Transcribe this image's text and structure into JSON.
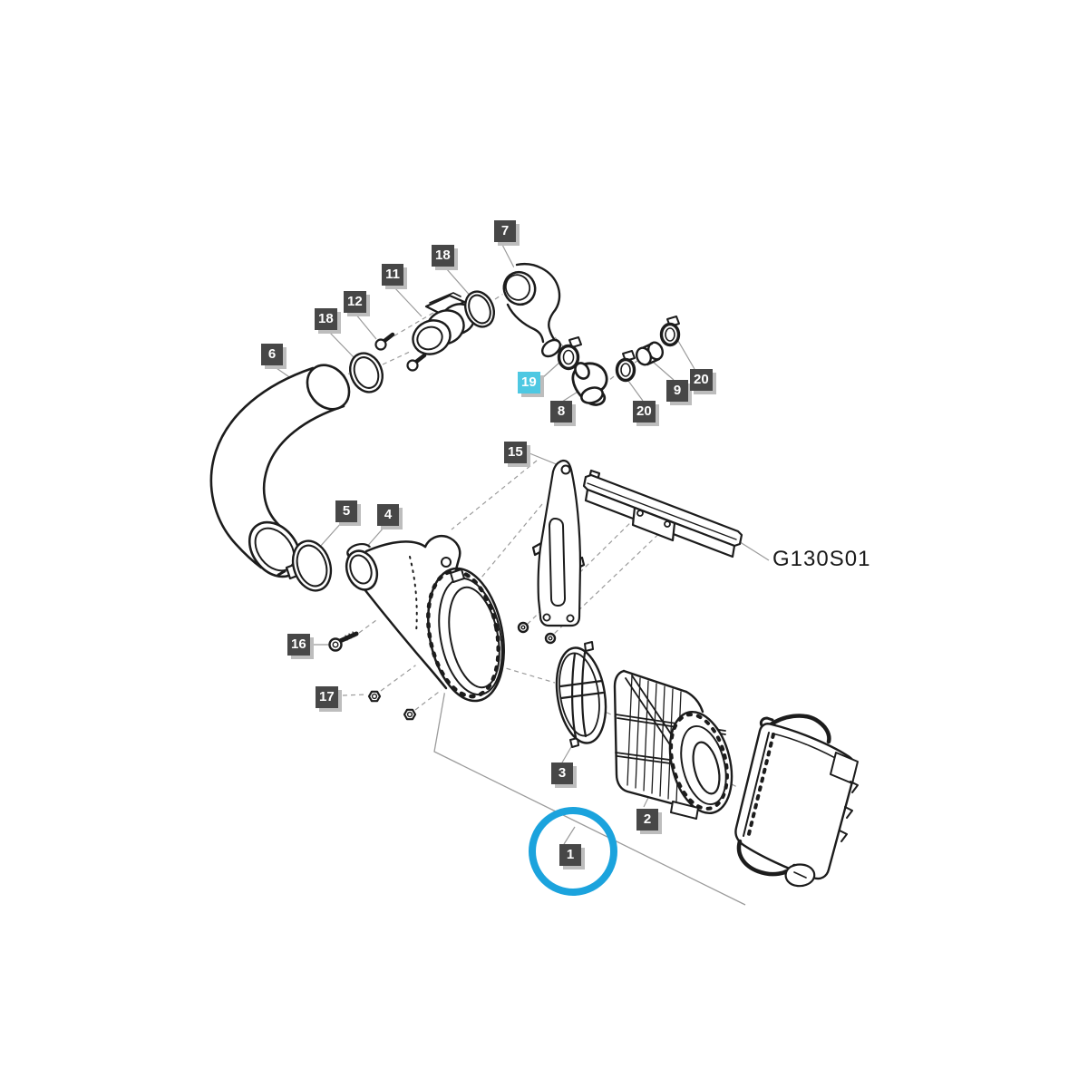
{
  "diagram": {
    "code_label": "G130S01",
    "highlighted_label_value": "19",
    "circled_label_value": "1",
    "colors": {
      "label_background": "#474747",
      "label_highlight_background": "#4EC8E2",
      "label_text": "#FFFFFF",
      "label_shadow": "#BDBDBD",
      "highlight_circle": "#1BA3DD",
      "line_art": "#1C1C1C",
      "leader_line": "#9B9B9B"
    },
    "labels": [
      {
        "text": "7",
        "highlighted": false,
        "circled": false
      },
      {
        "text": "18",
        "highlighted": false,
        "circled": false
      },
      {
        "text": "11",
        "highlighted": false,
        "circled": false
      },
      {
        "text": "12",
        "highlighted": false,
        "circled": false
      },
      {
        "text": "18",
        "highlighted": false,
        "circled": false
      },
      {
        "text": "6",
        "highlighted": false,
        "circled": false
      },
      {
        "text": "19",
        "highlighted": true,
        "circled": false
      },
      {
        "text": "8",
        "highlighted": false,
        "circled": false
      },
      {
        "text": "20",
        "highlighted": false,
        "circled": false
      },
      {
        "text": "9",
        "highlighted": false,
        "circled": false
      },
      {
        "text": "20",
        "highlighted": false,
        "circled": false
      },
      {
        "text": "15",
        "highlighted": false,
        "circled": false
      },
      {
        "text": "5",
        "highlighted": false,
        "circled": false
      },
      {
        "text": "4",
        "highlighted": false,
        "circled": false
      },
      {
        "text": "16",
        "highlighted": false,
        "circled": false
      },
      {
        "text": "17",
        "highlighted": false,
        "circled": false
      },
      {
        "text": "3",
        "highlighted": false,
        "circled": false
      },
      {
        "text": "2",
        "highlighted": false,
        "circled": false
      },
      {
        "text": "1",
        "highlighted": false,
        "circled": true
      }
    ]
  }
}
